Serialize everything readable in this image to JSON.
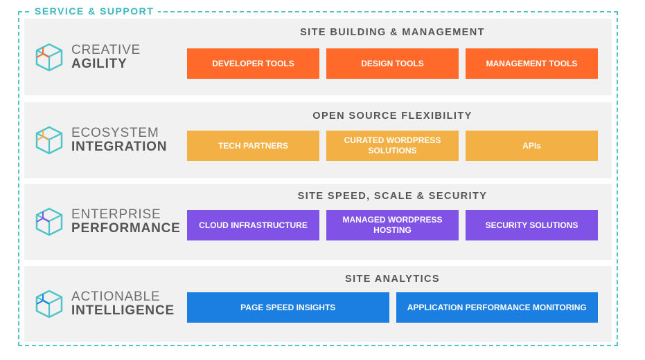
{
  "frame": {
    "title": "SERVICE & SUPPORT",
    "border_color": "#4fc3c7"
  },
  "bands": [
    {
      "label_top": "CREATIVE",
      "label_bottom": "AGILITY",
      "heading": "SITE BUILDING & MANAGEMENT",
      "tile_color": "#ff6a2b",
      "cube_colors": [
        "#4fc3c7",
        "#ff6a2b"
      ],
      "tiles": [
        "DEVELOPER TOOLS",
        "DESIGN TOOLS",
        "MANAGEMENT TOOLS"
      ]
    },
    {
      "label_top": "ECOSYSTEM",
      "label_bottom": "INTEGRATION",
      "heading": "OPEN SOURCE FLEXIBILITY",
      "tile_color": "#f3b044",
      "cube_colors": [
        "#4fc3c7",
        "#f3b044"
      ],
      "tiles": [
        "TECH PARTNERS",
        "CURATED WORDPRESS SOLUTIONS",
        "APIs"
      ]
    },
    {
      "label_top": "ENTERPRISE",
      "label_bottom": "PERFORMANCE",
      "heading": "SITE SPEED, SCALE & SECURITY",
      "tile_color": "#8053e6",
      "cube_colors": [
        "#4fc3c7",
        "#8053e6"
      ],
      "tiles": [
        "CLOUD INFRASTRUCTURE",
        "MANAGED WORDPRESS HOSTING",
        "SECURITY SOLUTIONS"
      ]
    },
    {
      "label_top": "ACTIONABLE",
      "label_bottom": "INTELLIGENCE",
      "heading": "SITE ANALYTICS",
      "tile_color": "#1a7fe0",
      "cube_colors": [
        "#4fc3c7",
        "#1a7fe0"
      ],
      "tiles": [
        "PAGE SPEED INSIGHTS",
        "APPLICATION PERFORMANCE MONITORING"
      ]
    }
  ]
}
